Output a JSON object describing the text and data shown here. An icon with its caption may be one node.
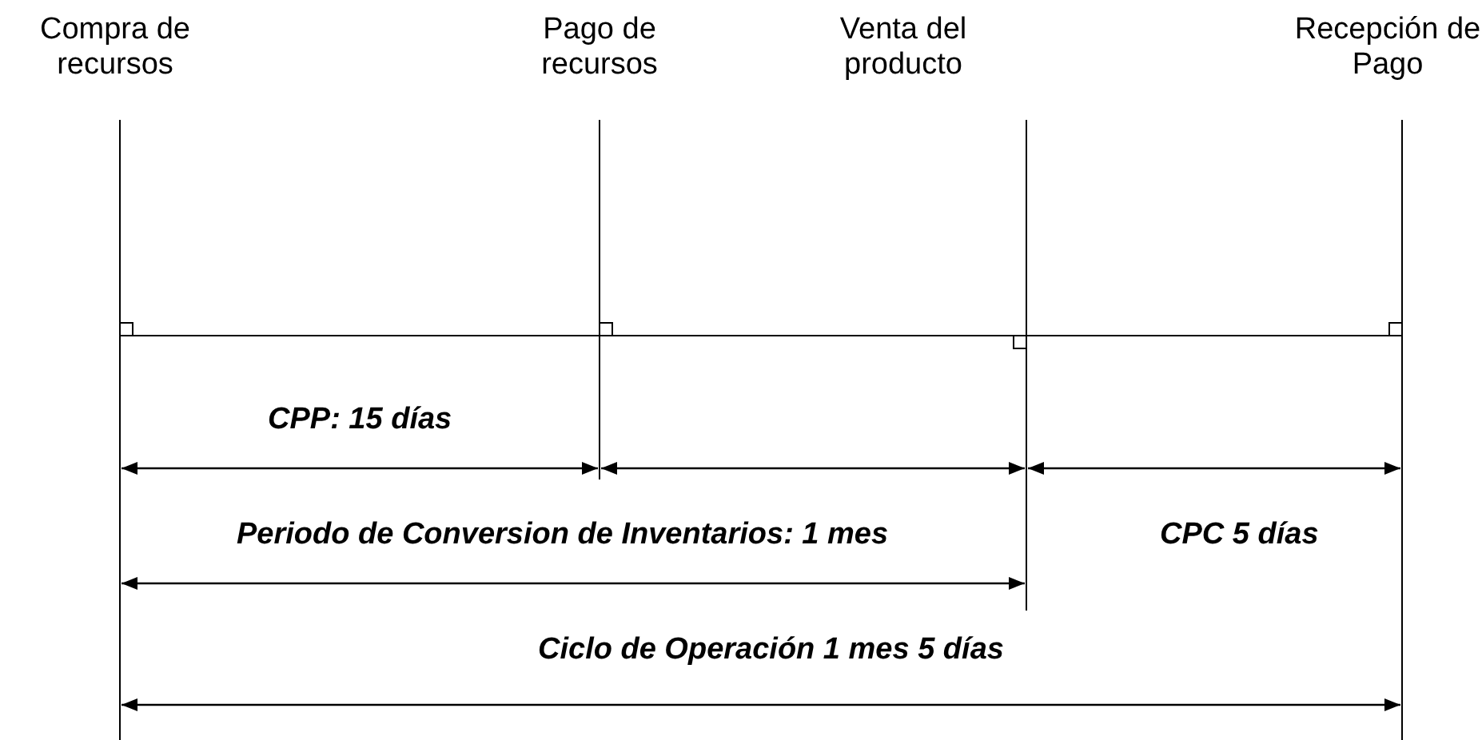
{
  "diagram": {
    "labels": [
      "Compra de recursos",
      "Pago de recursos",
      "Venta del producto",
      "Recepción de Pago",
      "CPP: 15 días",
      "Periodo de Conversion de Inventarios: 1 mes",
      "CPC 5 días",
      "Ciclo de Operación 1 mes 5 días"
    ]
  }
}
